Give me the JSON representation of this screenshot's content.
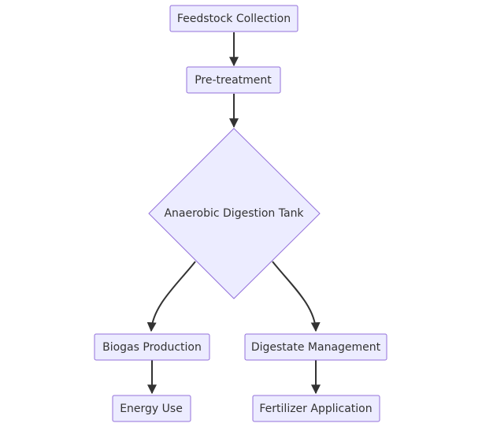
{
  "diagram": {
    "nodes": {
      "feedstock": "Feedstock Collection",
      "pretreatment": "Pre-treatment",
      "digestion": "Anaerobic Digestion Tank",
      "biogas": "Biogas Production",
      "digestate": "Digestate Management",
      "energy": "Energy Use",
      "fertilizer": "Fertilizer Application"
    },
    "colors": {
      "node_fill": "#ececff",
      "node_border": "#9370db",
      "edge": "#333333",
      "text": "#333333"
    }
  }
}
